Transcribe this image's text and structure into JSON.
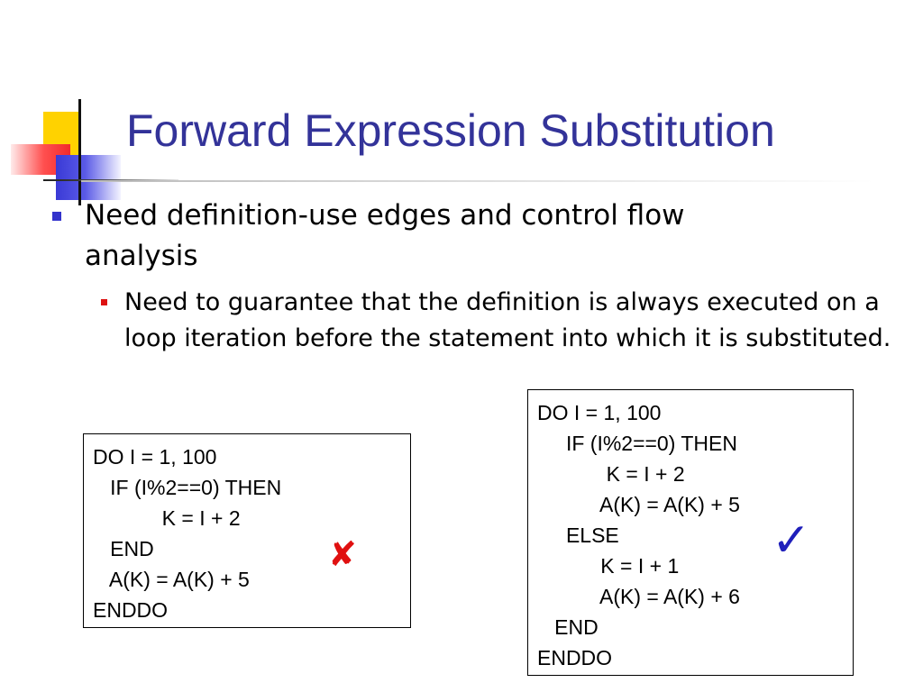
{
  "slide": {
    "title": "Forward Expression Substitution",
    "bullets": [
      {
        "text": "Need definition-use edges and control flow analysis",
        "sub_bullets": [
          {
            "text": "Need to guarantee that the definition is always executed on a loop iteration before the statement into which it is substituted."
          }
        ]
      }
    ]
  },
  "code_left": {
    "lines": [
      "DO I = 1, 100",
      "   IF (I%2==0) THEN",
      "            K = I + 2",
      "   END",
      "   A(K) = A(K) + 5",
      "ENDDO"
    ]
  },
  "code_right": {
    "lines": [
      "DO I = 1, 100",
      "     IF (I%2==0) THEN",
      "            K = I + 2",
      "           A(K) = A(K) + 5",
      "     ELSE",
      "           K = I + 1",
      "           A(K) = A(K) + 6",
      "   END",
      "ENDDO"
    ]
  },
  "marks": {
    "left": {
      "icon": "cross-mark-icon",
      "glyph": "✘",
      "color": "#e01010"
    },
    "right": {
      "icon": "check-mark-icon",
      "glyph": "✓",
      "color": "#1f1fbb"
    }
  },
  "colors": {
    "title": "#333399",
    "bullet_marker": "#3333cc",
    "sub_bullet_marker": "#dd1111"
  }
}
